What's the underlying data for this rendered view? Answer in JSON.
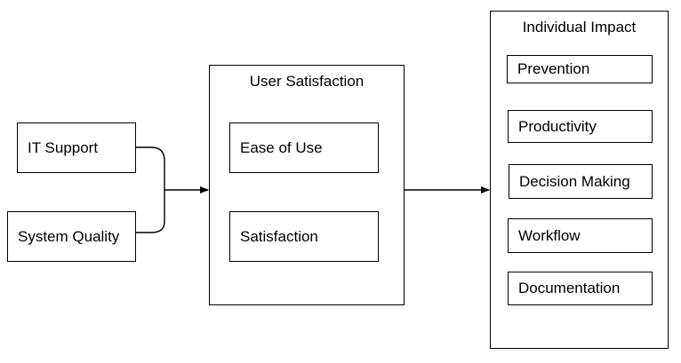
{
  "inputs": {
    "it_support": "IT Support",
    "system_quality": "System Quality"
  },
  "user_satisfaction": {
    "title": "User Satisfaction",
    "ease_of_use": "Ease of Use",
    "satisfaction": "Satisfaction"
  },
  "individual_impact": {
    "title": "Individual Impact",
    "items": [
      "Prevention",
      "Productivity",
      "Decision Making",
      "Workflow",
      "Documentation"
    ]
  },
  "colors": {
    "stroke": "#000000",
    "background": "#ffffff"
  }
}
